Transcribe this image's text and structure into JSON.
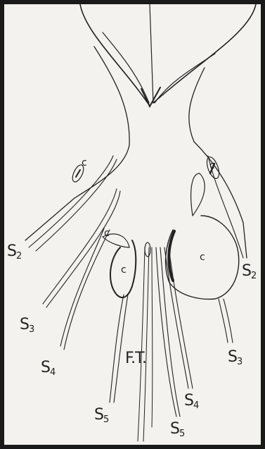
{
  "labels": {
    "s2_left": {
      "main": "S",
      "sub": "2"
    },
    "s2_right": {
      "main": "S",
      "sub": "2"
    },
    "s3_left": {
      "main": "S",
      "sub": "3"
    },
    "s3_right": {
      "main": "S",
      "sub": "3"
    },
    "s4_left": {
      "main": "S",
      "sub": "4"
    },
    "s4_right": {
      "main": "S",
      "sub": "4"
    },
    "s5_left": {
      "main": "S",
      "sub": "5"
    },
    "s5_right": {
      "main": "S",
      "sub": "5"
    },
    "ft": "F.T.",
    "c": "c"
  },
  "colors": {
    "ink": "#222222",
    "paper": "#f3f2ef",
    "border": "#1a1a1a"
  }
}
